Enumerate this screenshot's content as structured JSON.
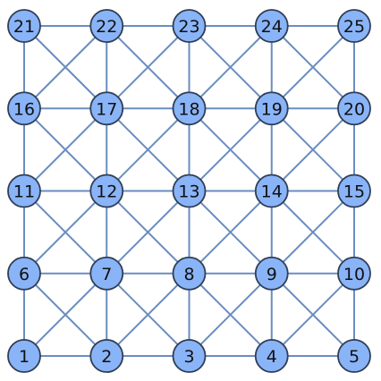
{
  "graph": {
    "colors": {
      "node_fill": "#8ab4f8",
      "node_stroke": "#2f3e55",
      "edge": "#6a8dc0",
      "label": "#111111"
    },
    "grid": {
      "rows": 5,
      "cols": 5
    },
    "nodes": [
      {
        "id": 1,
        "label": "1",
        "row": 0,
        "col": 0
      },
      {
        "id": 2,
        "label": "2",
        "row": 0,
        "col": 1
      },
      {
        "id": 3,
        "label": "3",
        "row": 0,
        "col": 2
      },
      {
        "id": 4,
        "label": "4",
        "row": 0,
        "col": 3
      },
      {
        "id": 5,
        "label": "5",
        "row": 0,
        "col": 4
      },
      {
        "id": 6,
        "label": "6",
        "row": 1,
        "col": 0
      },
      {
        "id": 7,
        "label": "7",
        "row": 1,
        "col": 1
      },
      {
        "id": 8,
        "label": "8",
        "row": 1,
        "col": 2
      },
      {
        "id": 9,
        "label": "9",
        "row": 1,
        "col": 3
      },
      {
        "id": 10,
        "label": "10",
        "row": 1,
        "col": 4
      },
      {
        "id": 11,
        "label": "11",
        "row": 2,
        "col": 0
      },
      {
        "id": 12,
        "label": "12",
        "row": 2,
        "col": 1
      },
      {
        "id": 13,
        "label": "13",
        "row": 2,
        "col": 2
      },
      {
        "id": 14,
        "label": "14",
        "row": 2,
        "col": 3
      },
      {
        "id": 15,
        "label": "15",
        "row": 2,
        "col": 4
      },
      {
        "id": 16,
        "label": "16",
        "row": 3,
        "col": 0
      },
      {
        "id": 17,
        "label": "17",
        "row": 3,
        "col": 1
      },
      {
        "id": 18,
        "label": "18",
        "row": 3,
        "col": 2
      },
      {
        "id": 19,
        "label": "19",
        "row": 3,
        "col": 3
      },
      {
        "id": 20,
        "label": "20",
        "row": 3,
        "col": 4
      },
      {
        "id": 21,
        "label": "21",
        "row": 4,
        "col": 0
      },
      {
        "id": 22,
        "label": "22",
        "row": 4,
        "col": 1
      },
      {
        "id": 23,
        "label": "23",
        "row": 4,
        "col": 2
      },
      {
        "id": 24,
        "label": "24",
        "row": 4,
        "col": 3
      },
      {
        "id": 25,
        "label": "25",
        "row": 4,
        "col": 4
      }
    ],
    "edges": [
      [
        1,
        2
      ],
      [
        2,
        3
      ],
      [
        3,
        4
      ],
      [
        4,
        5
      ],
      [
        6,
        7
      ],
      [
        7,
        8
      ],
      [
        8,
        9
      ],
      [
        9,
        10
      ],
      [
        11,
        12
      ],
      [
        12,
        13
      ],
      [
        13,
        14
      ],
      [
        14,
        15
      ],
      [
        16,
        17
      ],
      [
        17,
        18
      ],
      [
        18,
        19
      ],
      [
        19,
        20
      ],
      [
        21,
        22
      ],
      [
        22,
        23
      ],
      [
        23,
        24
      ],
      [
        24,
        25
      ],
      [
        1,
        6
      ],
      [
        6,
        11
      ],
      [
        11,
        16
      ],
      [
        16,
        21
      ],
      [
        2,
        7
      ],
      [
        7,
        12
      ],
      [
        12,
        17
      ],
      [
        17,
        22
      ],
      [
        3,
        8
      ],
      [
        8,
        13
      ],
      [
        13,
        18
      ],
      [
        18,
        23
      ],
      [
        4,
        9
      ],
      [
        9,
        14
      ],
      [
        14,
        19
      ],
      [
        19,
        24
      ],
      [
        5,
        10
      ],
      [
        10,
        15
      ],
      [
        15,
        20
      ],
      [
        20,
        25
      ],
      [
        1,
        7
      ],
      [
        2,
        6
      ],
      [
        2,
        8
      ],
      [
        3,
        7
      ],
      [
        3,
        9
      ],
      [
        4,
        8
      ],
      [
        4,
        10
      ],
      [
        5,
        9
      ],
      [
        6,
        12
      ],
      [
        7,
        11
      ],
      [
        7,
        13
      ],
      [
        8,
        12
      ],
      [
        8,
        14
      ],
      [
        9,
        13
      ],
      [
        9,
        15
      ],
      [
        10,
        14
      ],
      [
        11,
        17
      ],
      [
        12,
        16
      ],
      [
        12,
        18
      ],
      [
        13,
        17
      ],
      [
        13,
        19
      ],
      [
        14,
        18
      ],
      [
        14,
        20
      ],
      [
        15,
        19
      ],
      [
        16,
        22
      ],
      [
        17,
        21
      ],
      [
        17,
        23
      ],
      [
        18,
        22
      ],
      [
        18,
        24
      ],
      [
        19,
        23
      ],
      [
        19,
        25
      ],
      [
        20,
        24
      ]
    ]
  }
}
